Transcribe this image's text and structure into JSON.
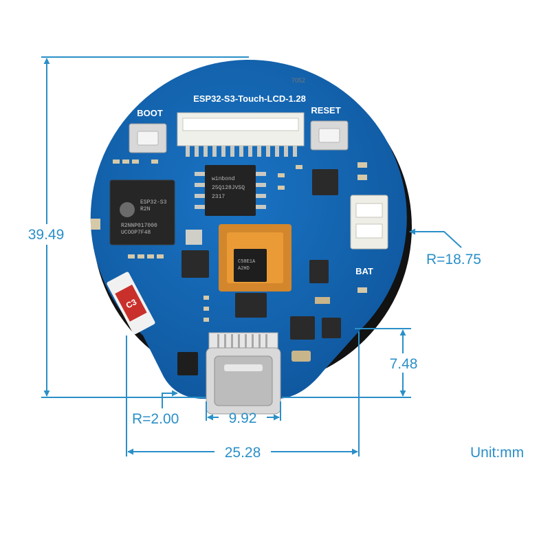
{
  "board": {
    "title": "ESP32-S3-Touch-LCD-1.28",
    "boot_label": "BOOT",
    "reset_label": "RESET",
    "bat_label": "BAT",
    "c3_label": "C3",
    "edge_code": "7052",
    "module_line1": "ESP32-S3",
    "module_line2": "R2N",
    "module_line3": "R2NNP017000",
    "module_line4": "UCOOP7F48",
    "flash_line1": "winbond",
    "flash_line2": "25Q128JVSQ",
    "flash_line3": "2317",
    "imu_line1": "C58E1A",
    "imu_line2": "A2HD"
  },
  "dimensions": {
    "height": "39.49",
    "radius_large": "R=18.75",
    "depth": "7.48",
    "radius_small": "R=2.00",
    "usb_width": "9.92",
    "total_width": "25.28",
    "unit": "Unit:mm"
  },
  "colors": {
    "pcb_blue": "#1467b4",
    "dimension_blue": "#2a8fc8",
    "bezel": "#111111",
    "flex_orange": "#e88a1c"
  }
}
